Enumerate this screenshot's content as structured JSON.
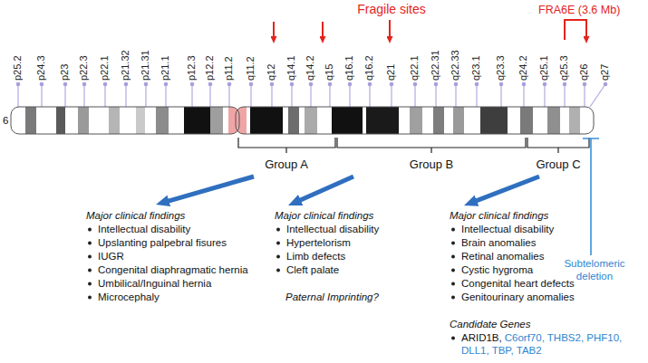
{
  "diagram": {
    "labels": [
      "Fragile sites",
      "FRA6E (3.6 Mb)",
      "p25.2",
      "p24.3",
      "p23",
      "p22.3",
      "p22.1",
      "p21.32",
      "p21.31",
      "p21.1",
      "p12.3",
      "p12.2",
      "p11.2",
      "q11.2",
      "q12",
      "q14.1",
      "q14.2",
      "q15",
      "q16.1",
      "q16.2",
      "q21",
      "q22.1",
      "q22.31",
      "q22.33",
      "q23.1",
      "q23.3",
      "q24.2",
      "q25.1",
      "q25.3",
      "q26",
      "q27",
      "6",
      "Group A",
      "Group B",
      "Group C",
      "Subtelomeric deletion",
      "Major clinical findings",
      "Intellectual disability",
      "Upslanting palpebral fisures",
      "IUGR",
      "Congenital diaphragmatic hernia",
      "Umbilical/Inguinal hernia",
      "Microcephaly",
      "Major clinical findings",
      "Intellectual disability",
      "Hypertelorism",
      "Limb defects",
      "Cleft palate",
      "Paternal Imprinting?",
      "Major clinical findings",
      "Intellectual disability",
      "Brain anomalies",
      "Retinal anomalies",
      "Cystic hygroma",
      "Congenital heart defects",
      "Genitourinary anomalies",
      "Candidate Genes",
      "ARID1B,",
      "C6orf70, THBS2, PHF10, DLL1, TBP, TAB2"
    ]
  }
}
